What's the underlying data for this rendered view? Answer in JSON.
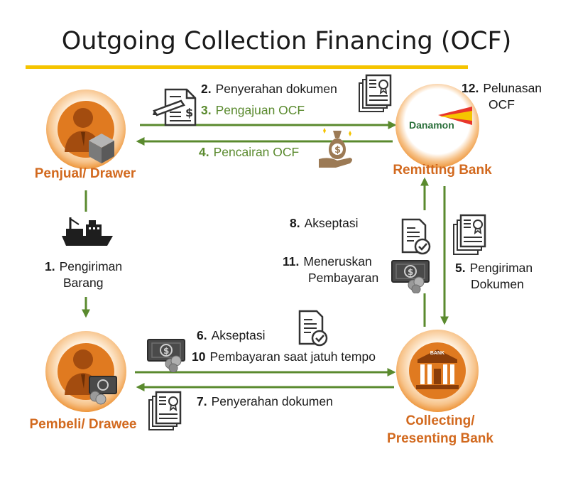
{
  "title": "Outgoing Collection Financing (OCF)",
  "colors": {
    "accent_yellow": "#f5c400",
    "arrow_green": "#5a8a2e",
    "label_orange": "#d2691e",
    "danamon_red": "#e8362b"
  },
  "nodes": {
    "drawer": {
      "label": "Penjual/ Drawer"
    },
    "drawee": {
      "label": "Pembeli/ Drawee"
    },
    "remitting": {
      "label": "Remitting Bank",
      "logo_text": "Danamon"
    },
    "collecting": {
      "line1": "Collecting/",
      "line2": "Presenting Bank",
      "bank_sign": "BANK"
    }
  },
  "steps": {
    "s1": {
      "num": "1.",
      "line1": "Pengiriman",
      "line2": "Barang"
    },
    "s2": {
      "num": "2.",
      "text": "Penyerahan dokumen"
    },
    "s3": {
      "num": "3.",
      "text": "Pengajuan OCF"
    },
    "s4": {
      "num": "4.",
      "text": "Pencairan OCF"
    },
    "s5": {
      "num": "5.",
      "line1": "Pengiriman",
      "line2": "Dokumen"
    },
    "s6": {
      "num": "6.",
      "text": "Akseptasi"
    },
    "s7": {
      "num": "7.",
      "text": "Penyerahan dokumen"
    },
    "s8": {
      "num": "8.",
      "text": "Akseptasi"
    },
    "s10": {
      "num": "10",
      "text": "Pembayaran saat jatuh tempo"
    },
    "s11": {
      "num": "11.",
      "line1": "Meneruskan",
      "line2": "Pembayaran"
    },
    "s12": {
      "num": "12.",
      "line1": "Pelunasan",
      "line2": "OCF"
    }
  },
  "icons": [
    "person-box-icon",
    "person-money-icon",
    "ship-icon",
    "document-stack-icon",
    "invoice-pen-icon",
    "money-bag-hand-icon",
    "checklist-document-icon",
    "money-coins-icon",
    "bank-building-icon",
    "danamon-logo-icon"
  ]
}
